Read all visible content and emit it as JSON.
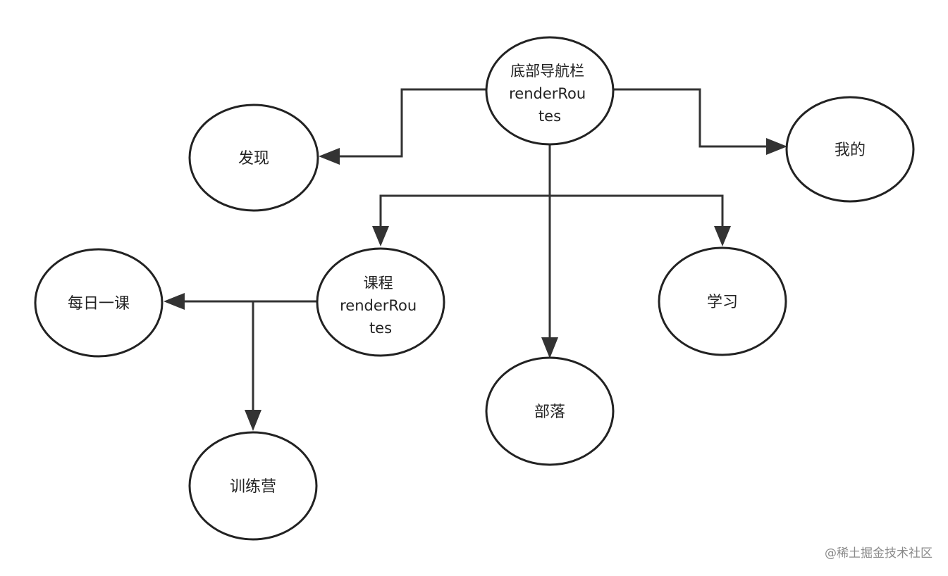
{
  "nodes": {
    "bottom_nav": {
      "lines": [
        "底部导航栏",
        "renderRou",
        "tes"
      ]
    },
    "discover": {
      "lines": [
        "发现"
      ]
    },
    "mine": {
      "lines": [
        "我的"
      ]
    },
    "course": {
      "lines": [
        "课程",
        "renderRou",
        "tes"
      ]
    },
    "study": {
      "lines": [
        "学习"
      ]
    },
    "tribe": {
      "lines": [
        "部落"
      ]
    },
    "daily_lesson": {
      "lines": [
        "每日一课"
      ]
    },
    "training_camp": {
      "lines": [
        "训练营"
      ]
    }
  },
  "edges": [
    {
      "from": "bottom_nav",
      "to": "discover"
    },
    {
      "from": "bottom_nav",
      "to": "mine"
    },
    {
      "from": "bottom_nav",
      "to": "course"
    },
    {
      "from": "bottom_nav",
      "to": "study"
    },
    {
      "from": "bottom_nav",
      "to": "tribe"
    },
    {
      "from": "course",
      "to": "daily_lesson"
    },
    {
      "from": "course",
      "to": "training_camp"
    }
  ],
  "watermark": "@稀土掘金技术社区",
  "colors": {
    "stroke": "#222222",
    "edge": "#333333",
    "watermark": "#8a8a8a"
  }
}
